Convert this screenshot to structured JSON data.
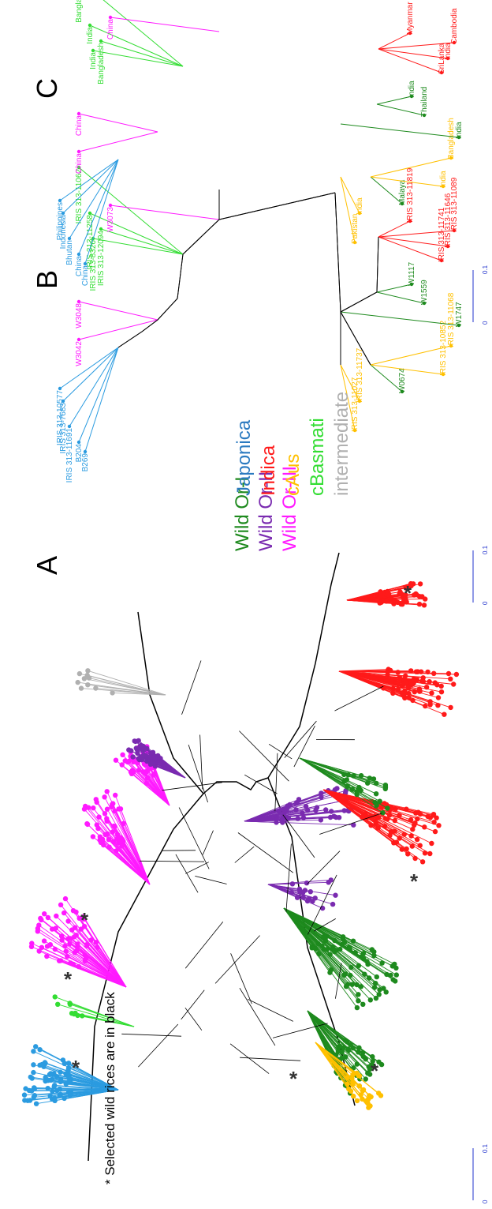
{
  "figure": {
    "panels": [
      "A",
      "B",
      "C"
    ],
    "colors": {
      "japonica": "#2b9be0",
      "indica": "#ff1a1a",
      "caus": "#ffc000",
      "cbasmati": "#33dd33",
      "intermediate": "#b0b0b0",
      "wild_or1": "#1e8a1e",
      "wild_or2": "#7a2bb0",
      "wild_or3": "#ff1aff",
      "branch": "#000000",
      "scale": "#2233cc"
    },
    "legend_cultivated": [
      "Japonica",
      "Indica",
      "cAus",
      "cBasmati",
      "intermediate"
    ],
    "legend_wild": [
      "Wild Or-I",
      "Wild Or-II",
      "Wild Or-III"
    ],
    "note": "* Selected wild rices are in black",
    "star_symbol": "*",
    "scale_bar": {
      "start": "0",
      "end": "0.1"
    }
  },
  "panel_b": {
    "tips": [
      {
        "label": "B269",
        "color": "#2b9be0"
      },
      {
        "label": "B204",
        "color": "#2b9be0"
      },
      {
        "label": "IRIS 313-11691",
        "color": "#2b9be0"
      },
      {
        "label": "IRIS 313-7683",
        "color": "#2b9be0"
      },
      {
        "label": "IRIS 313-10577",
        "color": "#2b9be0"
      },
      {
        "label": "W3042",
        "color": "#ff1aff"
      },
      {
        "label": "W3048",
        "color": "#ff1aff"
      },
      {
        "label": "IRIS 313-8326",
        "color": "#33dd33"
      },
      {
        "label": "IRIS 313-12094",
        "color": "#33dd33"
      },
      {
        "label": "IRIS 313-11258",
        "color": "#33dd33"
      },
      {
        "label": "IRIS 313-11062",
        "color": "#33dd33"
      },
      {
        "label": "W3073",
        "color": "#ff1aff"
      },
      {
        "label": "IRIS 313-11027",
        "color": "#ffc000"
      },
      {
        "label": "IRIS 313-11737",
        "color": "#ffc000"
      },
      {
        "label": "W0674",
        "color": "#1e8a1e"
      },
      {
        "label": "IRIS 313-10852",
        "color": "#ffc000"
      },
      {
        "label": "IRIS 313-11068",
        "color": "#ffc000"
      },
      {
        "label": "W1747",
        "color": "#1e8a1e"
      },
      {
        "label": "W1559",
        "color": "#1e8a1e"
      },
      {
        "label": "W1117",
        "color": "#1e8a1e"
      },
      {
        "label": "IRIS 313-11741",
        "color": "#ff1a1a"
      },
      {
        "label": "IRIS 313-11646",
        "color": "#ff1a1a"
      },
      {
        "label": "IRIS 313-11089",
        "color": "#ff1a1a"
      },
      {
        "label": "IRIS 313-11819",
        "color": "#ff1a1a"
      }
    ]
  },
  "panel_c": {
    "tips": [
      {
        "label": "China",
        "color": "#2b9be0"
      },
      {
        "label": "China",
        "color": "#2b9be0"
      },
      {
        "label": "Bhutan",
        "color": "#2b9be0"
      },
      {
        "label": "Indonesia",
        "color": "#2b9be0"
      },
      {
        "label": "Philippines",
        "color": "#2b9be0"
      },
      {
        "label": "China",
        "color": "#ff1aff"
      },
      {
        "label": "China",
        "color": "#ff1aff"
      },
      {
        "label": "India",
        "color": "#33dd33"
      },
      {
        "label": "Bangladesh",
        "color": "#33dd33"
      },
      {
        "label": "India",
        "color": "#33dd33"
      },
      {
        "label": "Bangladesh",
        "color": "#33dd33"
      },
      {
        "label": "China",
        "color": "#ff1aff"
      },
      {
        "label": "Pakistan",
        "color": "#ffc000"
      },
      {
        "label": "India",
        "color": "#ffc000"
      },
      {
        "label": "Malaya",
        "color": "#1e8a1e"
      },
      {
        "label": "India",
        "color": "#ffc000"
      },
      {
        "label": "Bangladesh",
        "color": "#ffc000"
      },
      {
        "label": "India",
        "color": "#1e8a1e"
      },
      {
        "label": "Thailand",
        "color": "#1e8a1e"
      },
      {
        "label": "India",
        "color": "#1e8a1e"
      },
      {
        "label": "SriLanka",
        "color": "#ff1a1a"
      },
      {
        "label": "India",
        "color": "#ff1a1a"
      },
      {
        "label": "Cambodia",
        "color": "#ff1a1a"
      },
      {
        "label": "Myanmar",
        "color": "#ff1a1a"
      }
    ]
  }
}
